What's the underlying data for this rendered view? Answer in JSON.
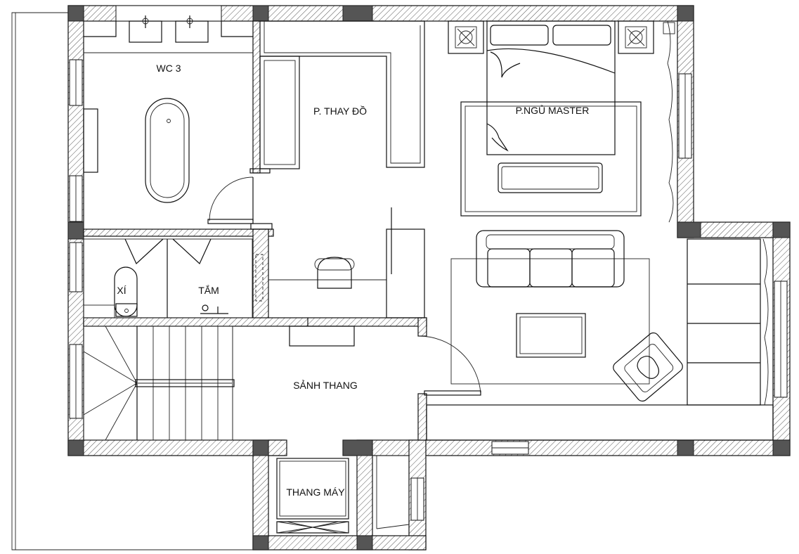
{
  "rooms": {
    "wc3": "WC 3",
    "dressing": "P. THAY ĐỒ",
    "master_bedroom": "P.NGỦ MASTER",
    "toilet": "XÍ",
    "shower": "TẮM",
    "stair_hall": "SẢNH THANG",
    "elevator": "THANG MÁY"
  }
}
